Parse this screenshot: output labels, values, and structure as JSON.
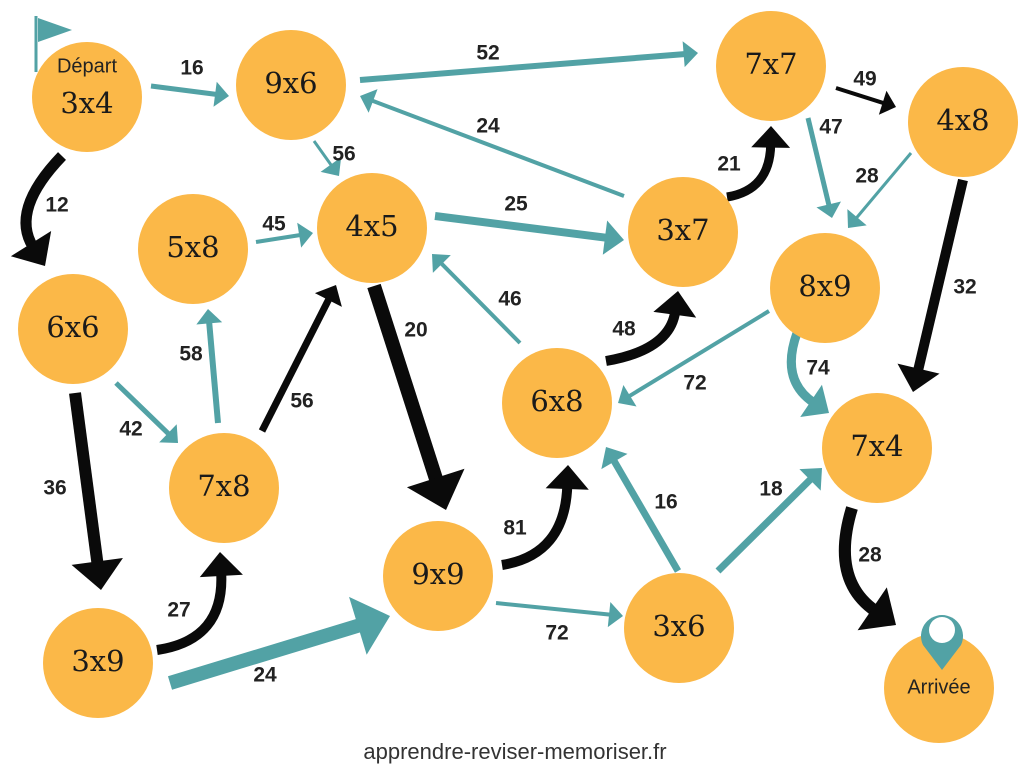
{
  "colors": {
    "node": "#fbb848",
    "teal": "#52a2a5",
    "black": "#0a0a0a",
    "text": "#1a1a1a"
  },
  "icons": {
    "start": "flag-icon",
    "end": "map-pin-icon"
  },
  "nodes": [
    {
      "id": "n34",
      "label": "3x4",
      "sub": "Départ"
    },
    {
      "id": "n96",
      "label": "9x6"
    },
    {
      "id": "n77",
      "label": "7x7"
    },
    {
      "id": "n48",
      "label": "4x8"
    },
    {
      "id": "n58",
      "label": "5x8"
    },
    {
      "id": "n45",
      "label": "4x5"
    },
    {
      "id": "n37",
      "label": "3x7"
    },
    {
      "id": "n89",
      "label": "8x9"
    },
    {
      "id": "n66",
      "label": "6x6"
    },
    {
      "id": "n68",
      "label": "6x8"
    },
    {
      "id": "n78",
      "label": "7x8"
    },
    {
      "id": "n74",
      "label": "7x4"
    },
    {
      "id": "n99",
      "label": "9x9"
    },
    {
      "id": "n36",
      "label": "3x6"
    },
    {
      "id": "n39",
      "label": "3x9"
    },
    {
      "id": "nEnd",
      "label": "",
      "sub": "Arrivée"
    }
  ],
  "edges": [
    {
      "from": "n34",
      "to": "n96",
      "label": "16",
      "color": "teal"
    },
    {
      "from": "n96",
      "to": "n77",
      "label": "52",
      "color": "teal"
    },
    {
      "from": "n77",
      "to": "n48",
      "label": "49",
      "color": "black"
    },
    {
      "from": "n37",
      "to": "n96",
      "label": "24",
      "color": "teal"
    },
    {
      "from": "n96",
      "to": "n45",
      "label": "56",
      "color": "teal"
    },
    {
      "from": "n77",
      "to": "n89",
      "label": "47",
      "color": "teal"
    },
    {
      "from": "n48",
      "to": "n89",
      "label": "28",
      "color": "teal"
    },
    {
      "from": "n34",
      "to": "n66",
      "label": "12",
      "color": "black"
    },
    {
      "from": "n58",
      "to": "n45",
      "label": "45",
      "color": "teal"
    },
    {
      "from": "n45",
      "to": "n37",
      "label": "25",
      "color": "teal"
    },
    {
      "from": "n37",
      "to": "n77",
      "label": "21",
      "color": "black"
    },
    {
      "from": "n48",
      "to": "n74",
      "label": "32",
      "color": "black"
    },
    {
      "from": "n45",
      "to": "n99",
      "label": "20",
      "color": "black"
    },
    {
      "from": "n68",
      "to": "n45",
      "label": "46",
      "color": "teal"
    },
    {
      "from": "n68",
      "to": "n37",
      "label": "48",
      "color": "black"
    },
    {
      "from": "n78",
      "to": "n58",
      "label": "58",
      "color": "teal"
    },
    {
      "from": "n89",
      "to": "n68",
      "label": "72",
      "color": "teal"
    },
    {
      "from": "n89",
      "to": "n74",
      "label": "74",
      "color": "teal"
    },
    {
      "from": "n78",
      "to": "n45",
      "label": "56",
      "color": "black"
    },
    {
      "from": "n66",
      "to": "n78",
      "label": "42",
      "color": "teal"
    },
    {
      "from": "n66",
      "to": "n39",
      "label": "36",
      "color": "black"
    },
    {
      "from": "n99",
      "to": "n68",
      "label": "81",
      "color": "black"
    },
    {
      "from": "n36",
      "to": "n68",
      "label": "16",
      "color": "teal"
    },
    {
      "from": "n36",
      "to": "n74",
      "label": "18",
      "color": "teal"
    },
    {
      "from": "n74",
      "to": "nEnd",
      "label": "28",
      "color": "black"
    },
    {
      "from": "n39",
      "to": "n78",
      "label": "27",
      "color": "black"
    },
    {
      "from": "n39",
      "to": "n99",
      "label": "24",
      "color": "teal"
    },
    {
      "from": "n99",
      "to": "n36",
      "label": "72",
      "color": "teal"
    }
  ],
  "footer": "apprendre-reviser-memoriser.fr"
}
